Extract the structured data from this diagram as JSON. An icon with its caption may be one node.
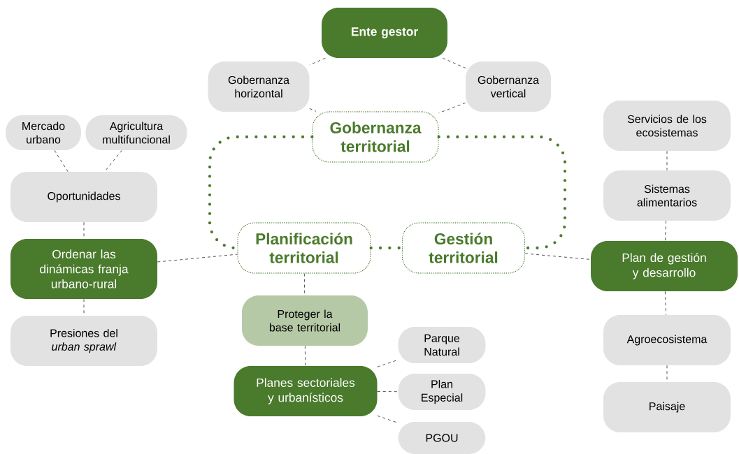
{
  "diagram": {
    "nodes": [
      {
        "text": [
          "Ente gestor"
        ]
      },
      {
        "text": [
          "Gobernanza horizontal"
        ]
      },
      {
        "text": [
          "Gobernanza vertical"
        ]
      },
      {
        "text": [
          "Gobernanza territorial"
        ]
      },
      {
        "text": [
          "Mercado urbano"
        ]
      },
      {
        "text": [
          "Agricultura multifuncional"
        ]
      },
      {
        "text": [
          "Oportunidades"
        ]
      },
      {
        "text": [
          "Ordenar las dinámicas franja urbano-rural"
        ]
      },
      {
        "text": [
          "Presiones del *urban sprawl*"
        ]
      },
      {
        "text": [
          "Planificación territorial"
        ]
      },
      {
        "text": [
          "Gestión territorial"
        ]
      },
      {
        "text": [
          "Proteger la base territorial"
        ]
      },
      {
        "text": [
          "Planes sectoriales y urbanísticos"
        ]
      },
      {
        "text": [
          "Parque Natural"
        ]
      },
      {
        "text": [
          "Plan Especial"
        ]
      },
      {
        "text": [
          "PGOU"
        ]
      },
      {
        "text": [
          "Servicios de los ecosistemas"
        ]
      },
      {
        "text": [
          "Sistemas alimentarios"
        ]
      },
      {
        "text": [
          "Plan de gestión y desarrollo"
        ]
      },
      {
        "text": [
          "Agroecosistema"
        ]
      },
      {
        "text": [
          "Paisaje"
        ]
      }
    ],
    "edges": [
      {
        "from": 0,
        "to": 1,
        "arrow": "none"
      },
      {
        "from": 0,
        "to": 2,
        "arrow": "none"
      },
      {
        "from": 1,
        "to": 3,
        "arrow": "none"
      },
      {
        "from": 2,
        "to": 3,
        "arrow": "none"
      },
      {
        "from": 3,
        "to": 9,
        "arrow": "none",
        "style": "dashed",
        "color": "#4a7a2c"
      },
      {
        "from": 3,
        "to": 10,
        "arrow": "none",
        "style": "dashed",
        "color": "#4a7a2c"
      },
      {
        "from": 9,
        "to": 10,
        "arrow": "none",
        "style": "dashed",
        "color": "#4a7a2c"
      },
      {
        "from": 4,
        "to": 6,
        "arrow": "none"
      },
      {
        "from": 5,
        "to": 6,
        "arrow": "none"
      },
      {
        "from": 6,
        "to": 7,
        "arrow": "none"
      },
      {
        "from": 7,
        "to": 8,
        "arrow": "none"
      },
      {
        "from": 7,
        "to": 9,
        "arrow": "none"
      },
      {
        "from": 9,
        "to": 11,
        "arrow": "none"
      },
      {
        "from": 11,
        "to": 12,
        "arrow": "none"
      },
      {
        "from": 12,
        "to": 13,
        "arrow": "none"
      },
      {
        "from": 12,
        "to": 14,
        "arrow": "none"
      },
      {
        "from": 12,
        "to": 15,
        "arrow": "none"
      },
      {
        "from": 10,
        "to": 18,
        "arrow": "none"
      },
      {
        "from": 16,
        "to": 17,
        "arrow": "none"
      },
      {
        "from": 17,
        "to": 18,
        "arrow": "none"
      },
      {
        "from": 18,
        "to": 19,
        "arrow": "none"
      },
      {
        "from": 19,
        "to": 20,
        "arrow": "none"
      }
    ]
  }
}
